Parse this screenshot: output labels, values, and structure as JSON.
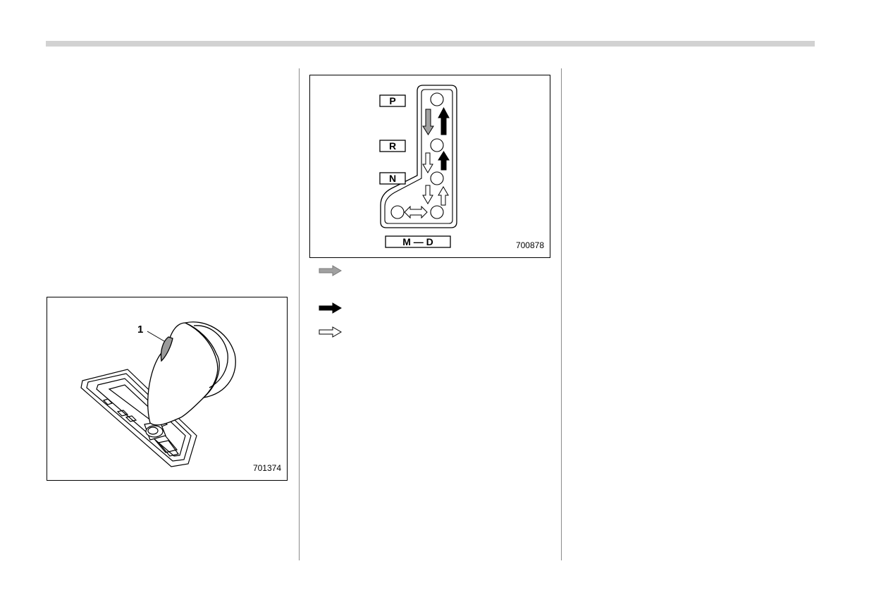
{
  "page": {
    "header_rule_color": "#d2d2d2",
    "column_rule_color": "#8a8a8a"
  },
  "figure_knob": {
    "code": "701374",
    "callout_label": "1",
    "knob_highlight_color": "#9a9a9a"
  },
  "figure_shift_pattern": {
    "code": "700878",
    "positions": {
      "p": "P",
      "r": "R",
      "n": "N",
      "md": "M — D"
    },
    "arrow_colors": {
      "gray": "#a0a0a0",
      "black": "#000000",
      "white": "#ffffff"
    }
  },
  "legend": [
    {
      "icon": "gray-arrow-icon",
      "color": "#a0a0a0"
    },
    {
      "icon": "black-arrow-icon",
      "color": "#000000"
    },
    {
      "icon": "white-arrow-icon",
      "color": "#ffffff"
    }
  ]
}
